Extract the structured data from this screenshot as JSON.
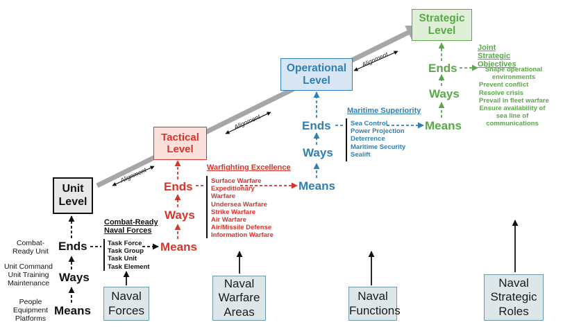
{
  "levels": {
    "unit": "Unit Level",
    "tactical": "Tactical Level",
    "operational": "Operational Level",
    "strategic": "Strategic Level"
  },
  "alignment_label": "Alignment",
  "terms": {
    "ends": "Ends",
    "ways": "Ways",
    "means": "Means"
  },
  "unit_side": {
    "ends": "Combat-Ready Unit",
    "ways": "Unit Command Unit Training Maintenance",
    "means": "People Equipment Platforms"
  },
  "unit_outputs": {
    "heading": "Combat-Ready Naval Forces",
    "items": [
      "Task Force",
      "Task Group",
      "Task Unit",
      "Task Element"
    ]
  },
  "tactical_outputs": {
    "heading": "Warfighting Excellence",
    "items": [
      "Surface Warfare",
      "Expeditionary Warfare",
      "Undersea Warfare",
      "Strike Warfare",
      "Air Warfare",
      "Air/Missile Defense",
      "Information Warfare"
    ]
  },
  "operational_outputs": {
    "heading": "Maritime Superiority",
    "items": [
      "Sea Control",
      "Power Projection",
      "Deterrence",
      "Maritime Security",
      "Sealift"
    ]
  },
  "strategic_outputs": {
    "heading": "Joint Strategic Objectives",
    "items": [
      "Shape operational environments",
      "Prevent conflict",
      "Resolve crisis",
      "Prevail in fleet warfare",
      "Ensure availability of sea line of communications"
    ]
  },
  "bottom_boxes": [
    "Naval Forces",
    "Naval Warfare Areas",
    "Naval Functions",
    "Naval Strategic Roles"
  ],
  "colors": {
    "unit": "#111111",
    "tactical": "#d9342b",
    "operational": "#2f7fb5",
    "strategic": "#5aa84a"
  }
}
